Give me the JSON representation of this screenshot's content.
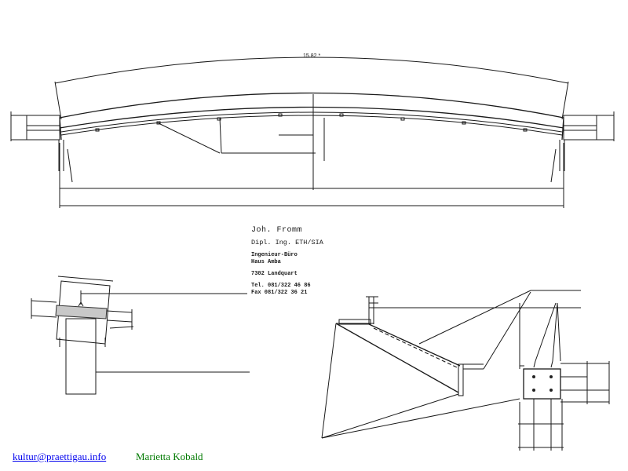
{
  "drawing": {
    "span_dimension": "15.82 *"
  },
  "title_block": {
    "name": "Joh. Fromm",
    "degree": "Dipl. Ing. ETH/SIA",
    "office_line1": "Ingenieur-Büro",
    "office_line2": "Haus Amba",
    "city": "7302 Landquart",
    "tel": "Tel. 081/322 46 86",
    "fax": "Fax 081/322 36 21"
  },
  "footer": {
    "email": "kultur@praettigau.info",
    "author": "Marietta Kobald"
  }
}
